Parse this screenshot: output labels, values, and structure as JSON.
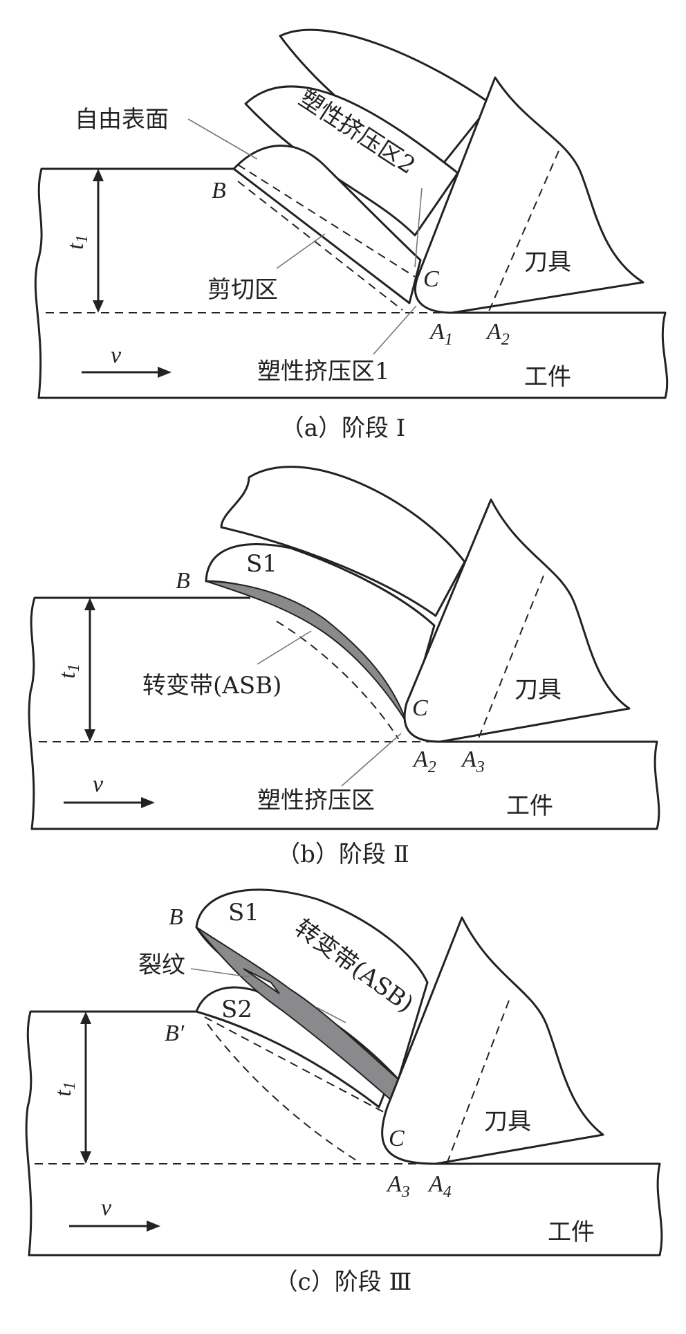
{
  "panels": [
    {
      "caption": "（a）阶段 Ⅰ",
      "labels": {
        "free_surface": "自由表面",
        "zone2": "塑性挤压区2",
        "shear_zone": "剪切区",
        "zone1": "塑性挤压区1",
        "tool": "刀具",
        "workpiece": "工件",
        "thickness": "t",
        "thickness_sub": "1",
        "velocity": "v",
        "point_b": "B",
        "point_c": "C",
        "point_a_left": "A",
        "point_a_left_sub": "1",
        "point_a_right": "A",
        "point_a_right_sub": "2"
      }
    },
    {
      "caption": "（b）阶段 Ⅱ",
      "labels": {
        "segment1": "S1",
        "asb": "转变带(ASB)",
        "zone": "塑性挤压区",
        "tool": "刀具",
        "workpiece": "工件",
        "thickness": "t",
        "thickness_sub": "1",
        "velocity": "v",
        "point_b": "B",
        "point_c": "C",
        "point_a_left": "A",
        "point_a_left_sub": "2",
        "point_a_right": "A",
        "point_a_right_sub": "3"
      }
    },
    {
      "caption": "（c）阶段 Ⅲ",
      "labels": {
        "segment1": "S1",
        "segment2": "S2",
        "asb": "转变带(ASB)",
        "crack": "裂纹",
        "tool": "刀具",
        "workpiece": "工件",
        "thickness": "t",
        "thickness_sub": "1",
        "velocity": "v",
        "point_b": "B",
        "point_b_prime": "B′",
        "point_c": "C",
        "point_a_left": "A",
        "point_a_left_sub": "3",
        "point_a_right": "A",
        "point_a_right_sub": "4"
      }
    }
  ],
  "colors": {
    "line": "#222222",
    "band": "#8a8a8c",
    "leader": "#777777"
  }
}
